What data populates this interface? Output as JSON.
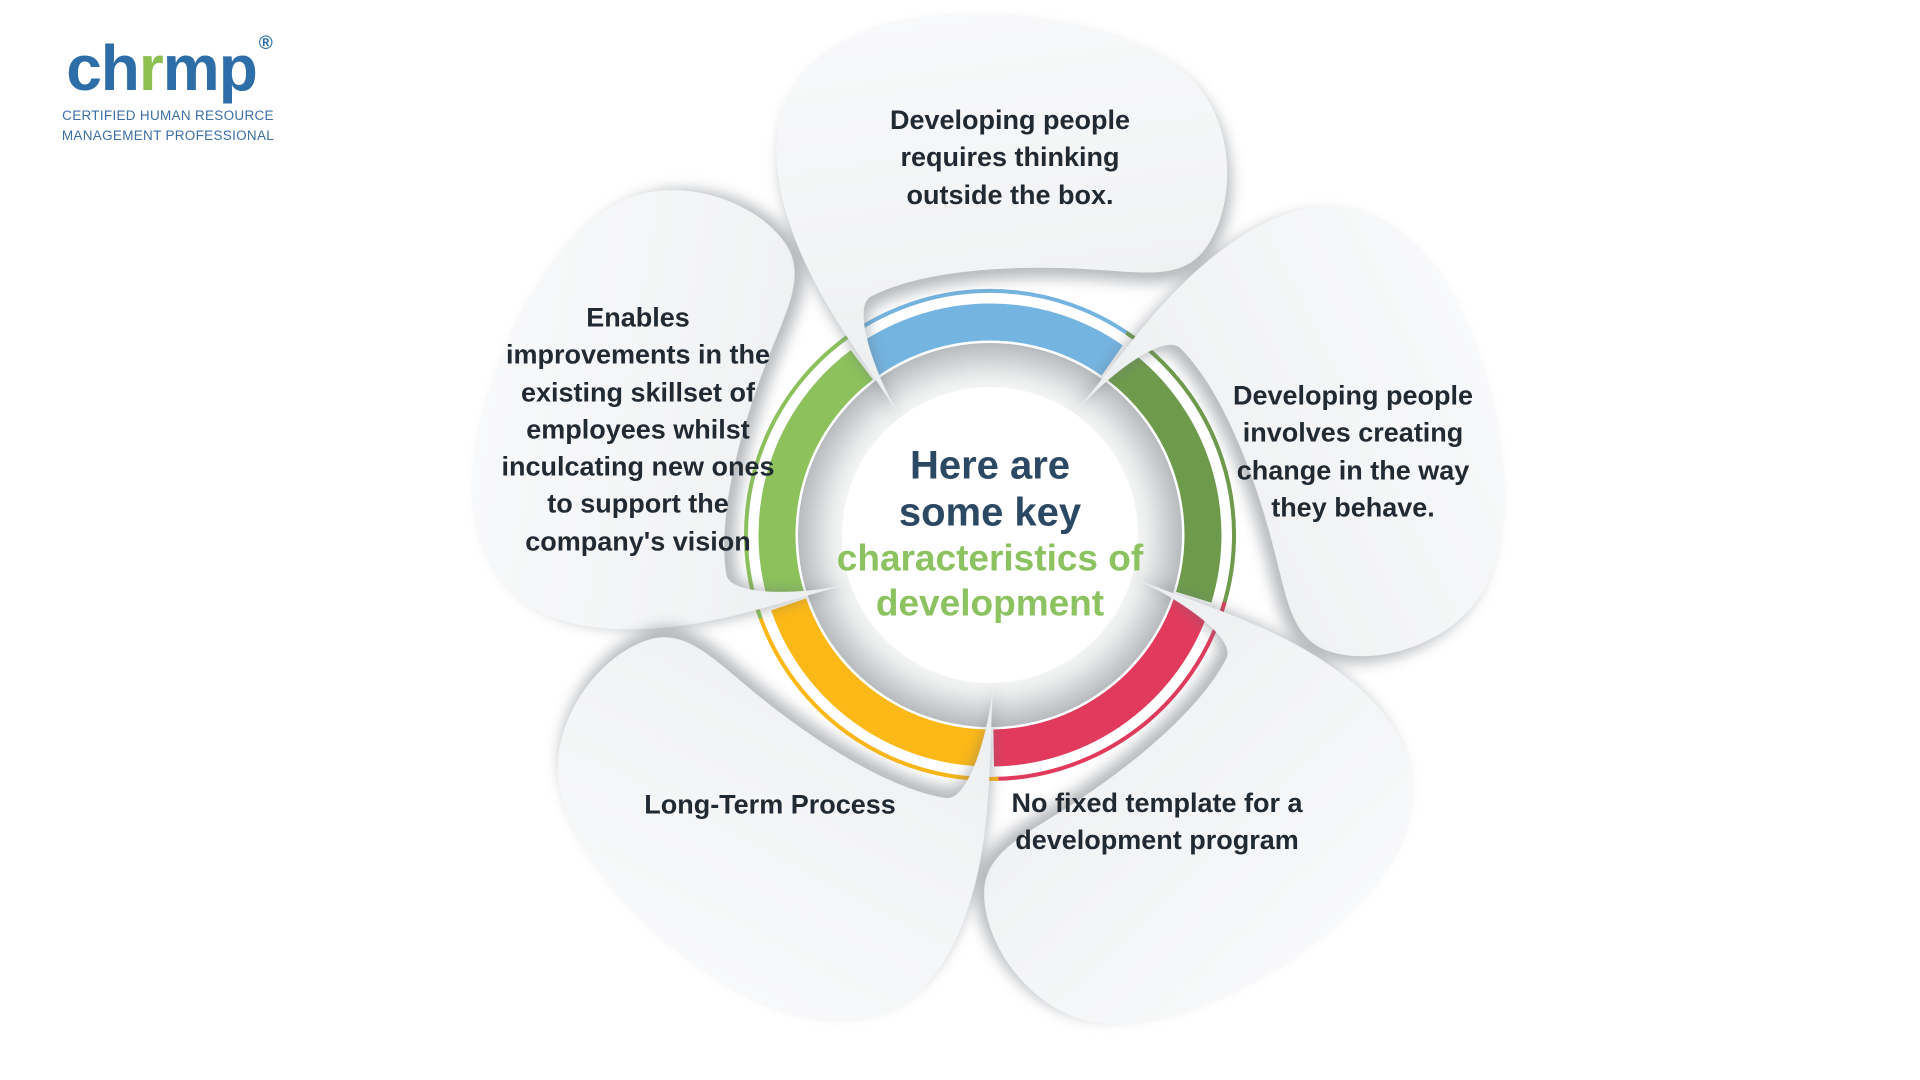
{
  "logo": {
    "part_blue1": "ch",
    "part_green": "r",
    "part_blue2": "mp",
    "registered": "®",
    "tagline_line1": "CERTIFIED HUMAN RESOURCE",
    "tagline_line2": "MANAGEMENT PROFESSIONAL"
  },
  "center": {
    "title_line1": "Here are",
    "title_line2": "some key",
    "subtitle_line1": "characteristics of",
    "subtitle_line2": "development"
  },
  "petals": [
    {
      "position": "top",
      "label": "Developing people requires thinking outside the box.",
      "arc_color": "#74B4E0"
    },
    {
      "position": "right",
      "label": "Developing people involves creating change in the way they behave.",
      "arc_color": "#6E9B4B"
    },
    {
      "position": "bottom-right",
      "label": "No fixed template for a development program",
      "arc_color": "#E23A5C"
    },
    {
      "position": "bottom-left",
      "label": "Long-Term Process",
      "arc_color": "#FCB816"
    },
    {
      "position": "left",
      "label": "Enables improvements in the existing skillset of employees whilst inculcating new ones to support the company's vision",
      "arc_color": "#8CC15C"
    }
  ],
  "colors": {
    "arc_blue": "#74B4E0",
    "arc_dark_green": "#6E9B4B",
    "arc_red": "#E23A5C",
    "arc_yellow": "#FCB816",
    "arc_light_green": "#8CC15C",
    "center_navy": "#2C4963",
    "center_green": "#8CC360",
    "petal_text": "#212A33",
    "logo_blue": "#2D6DA8",
    "logo_green": "#8CC152",
    "tagline_blue": "#3C6EA5",
    "petal_fill": "#F3F4F5"
  }
}
